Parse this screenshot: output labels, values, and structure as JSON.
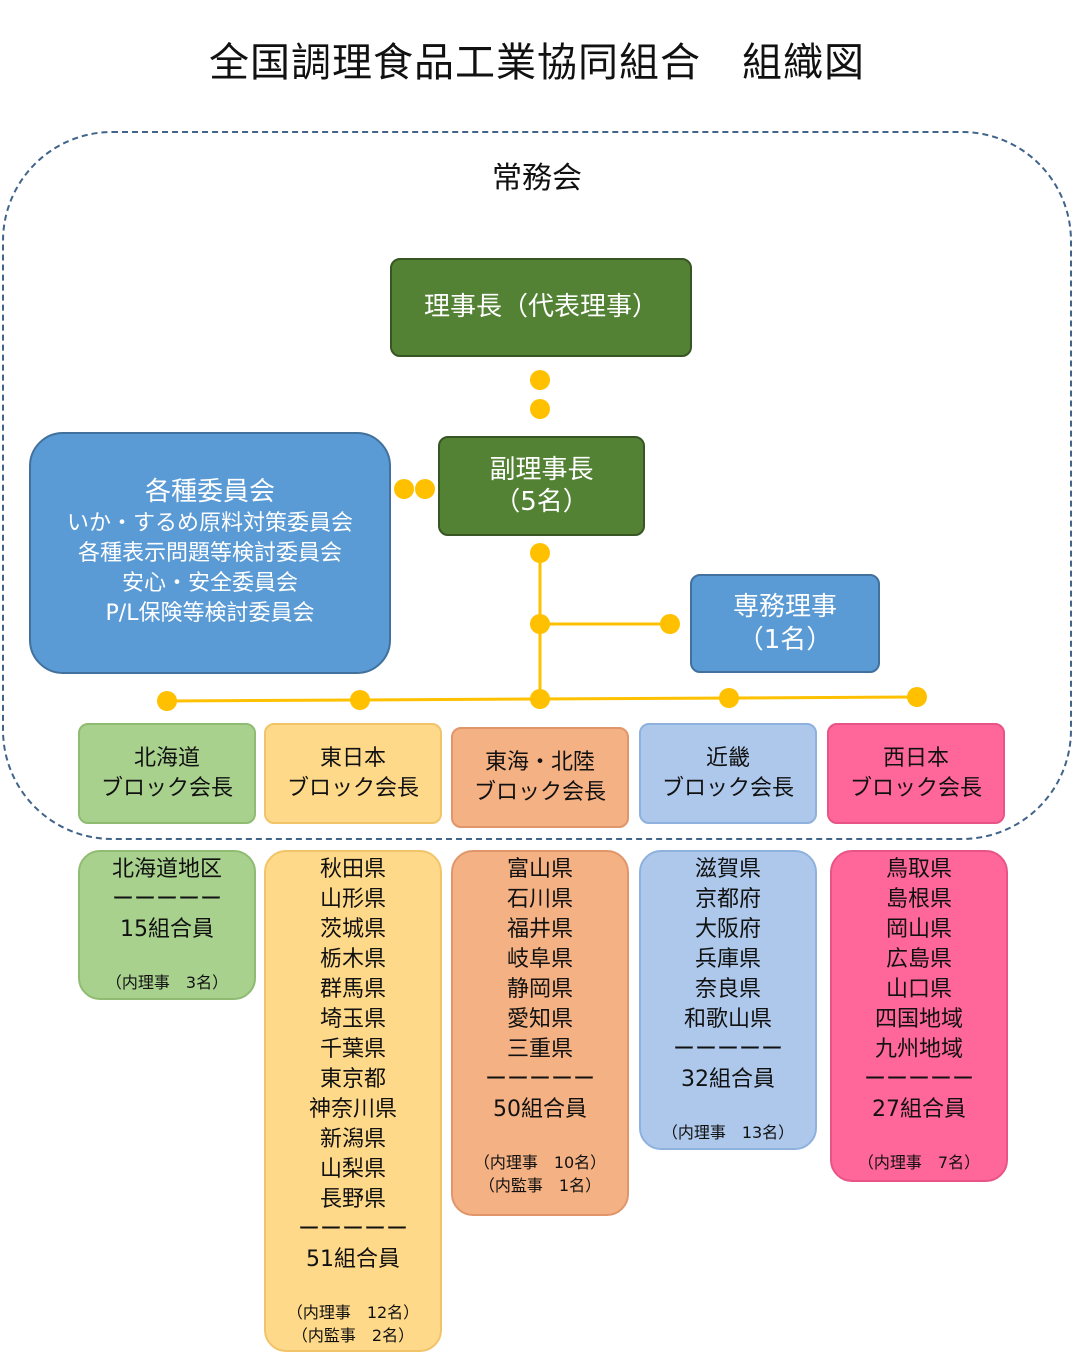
{
  "title": "全国調理食品工業協同組合　組織図",
  "jomukai": {
    "label": "常務会"
  },
  "chairman": {
    "label": "理事長（代表理事）"
  },
  "vice_chairman": {
    "line1": "副理事長",
    "line2": "（5名）"
  },
  "committees": {
    "title": "各種委員会",
    "items": [
      "いか・するめ原料対策委員会",
      "各種表示問題等検討委員会",
      "安心・安全委員会",
      "P/L保険等検討委員会"
    ]
  },
  "managing_director": {
    "line1": "専務理事",
    "line2": "（1名）"
  },
  "connector_color": "#ffc000",
  "blocks": [
    {
      "line1": "北海道",
      "line2": "ブロック会長",
      "areas": [
        "北海道地区"
      ],
      "separator": "ーーーーー",
      "members": "15組合員",
      "notes": [
        "（内理事　3名）"
      ]
    },
    {
      "line1": "東日本",
      "line2": "ブロック会長",
      "areas": [
        "秋田県",
        "山形県",
        "茨城県",
        "栃木県",
        "群馬県",
        "埼玉県",
        "千葉県",
        "東京都",
        "神奈川県",
        "新潟県",
        "山梨県",
        "長野県"
      ],
      "separator": "ーーーーー",
      "members": "51組合員",
      "notes": [
        "（内理事　12名）",
        "（内監事　2名）"
      ]
    },
    {
      "line1": "東海・北陸",
      "line2": "ブロック会長",
      "areas": [
        "富山県",
        "石川県",
        "福井県",
        "岐阜県",
        "静岡県",
        "愛知県",
        "三重県"
      ],
      "separator": "ーーーーー",
      "members": "50組合員",
      "notes": [
        "（内理事　10名）",
        "（内監事　1名）"
      ]
    },
    {
      "line1": "近畿",
      "line2": "ブロック会長",
      "areas": [
        "滋賀県",
        "京都府",
        "大阪府",
        "兵庫県",
        "奈良県",
        "和歌山県"
      ],
      "separator": "ーーーーー",
      "members": "32組合員",
      "notes": [
        "（内理事　13名）"
      ]
    },
    {
      "line1": "西日本",
      "line2": "ブロック会長",
      "areas": [
        "鳥取県",
        "島根県",
        "岡山県",
        "広島県",
        "山口県",
        "四国地域",
        "九州地域"
      ],
      "separator": "ーーーーー",
      "members": "27組合員",
      "notes": [
        "（内理事　7名）"
      ]
    }
  ]
}
